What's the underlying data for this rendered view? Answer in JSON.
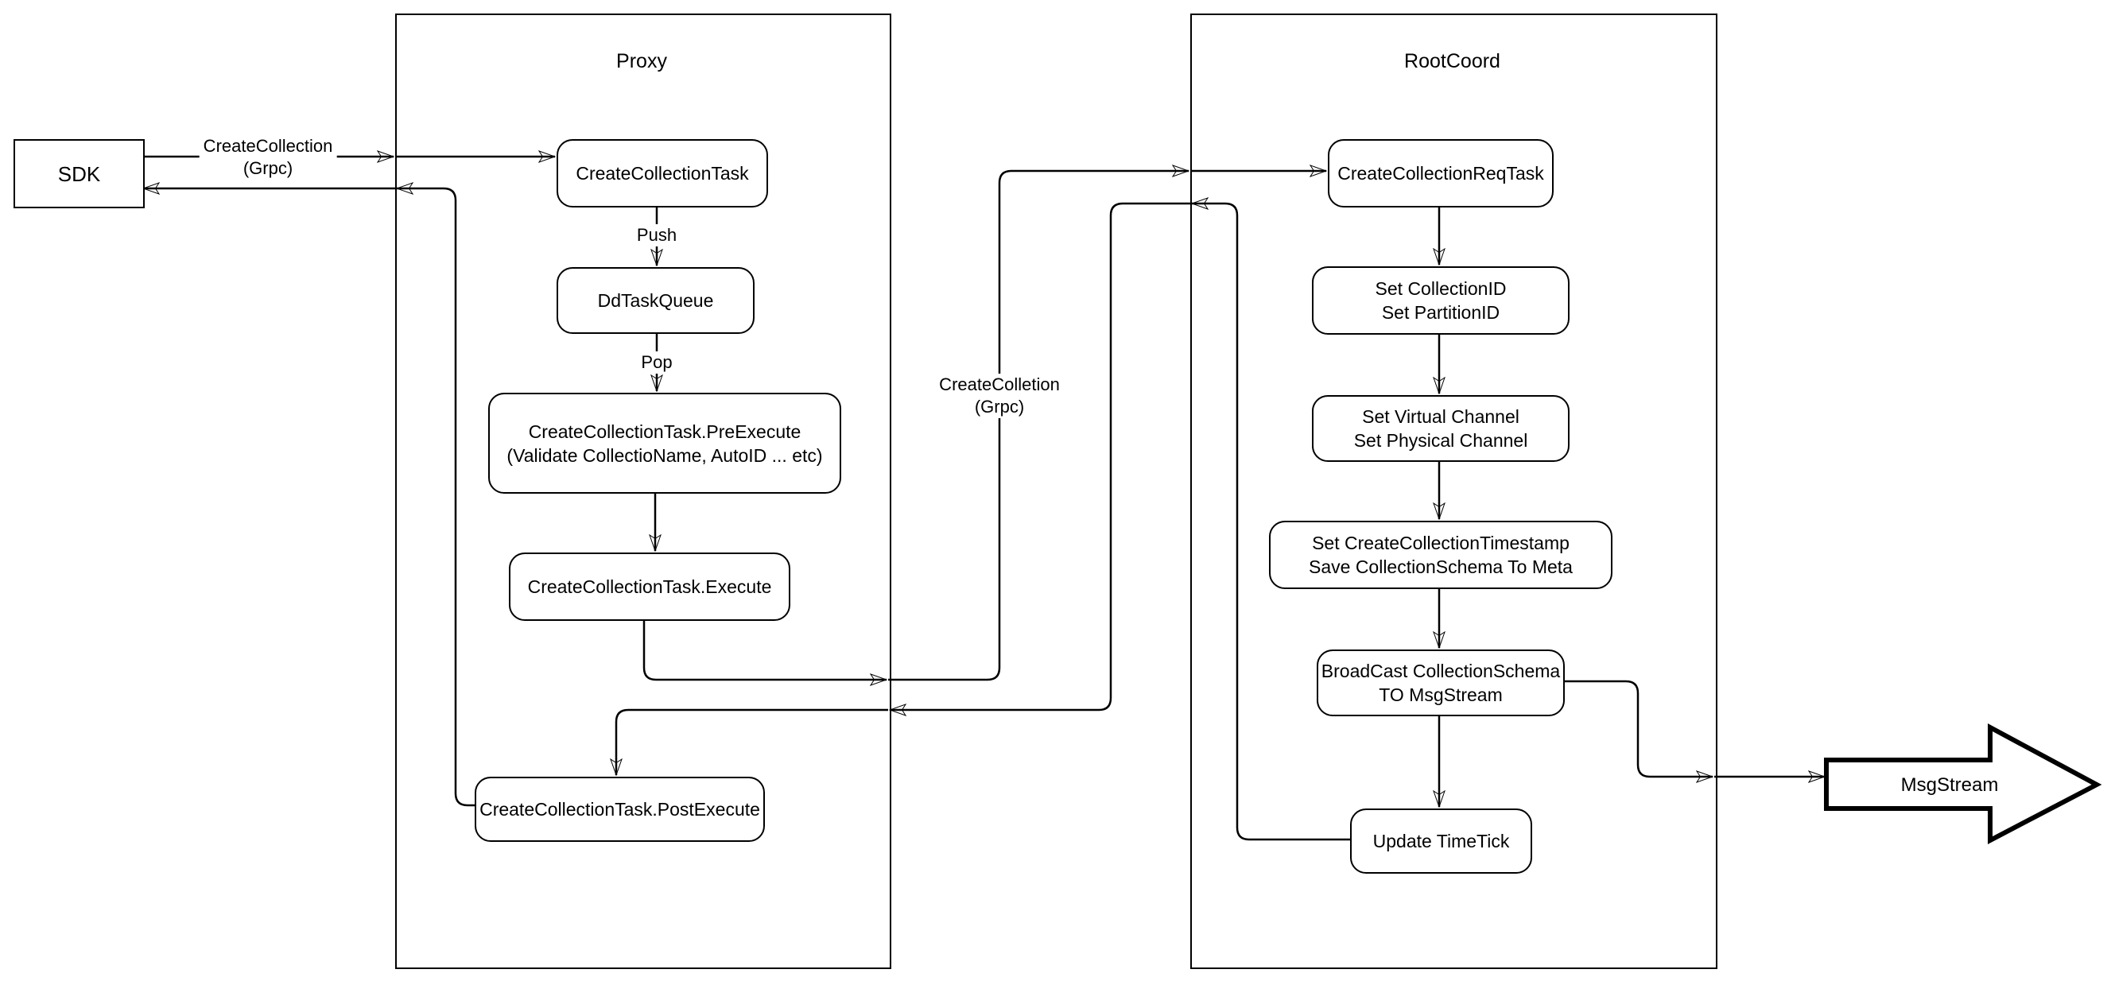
{
  "diagram": {
    "background_color": "#ffffff",
    "stroke_color": "#000000",
    "node_fill_color": "#ffffff"
  },
  "containers": {
    "proxy": {
      "title": "Proxy"
    },
    "rootcoord": {
      "title": "RootCoord"
    }
  },
  "nodes": {
    "sdk": {
      "label": "SDK"
    },
    "create_collection_task": {
      "label": "CreateCollectionTask"
    },
    "dd_task_queue": {
      "label": "DdTaskQueue"
    },
    "pre_execute": {
      "label": "CreateCollectionTask.PreExecute\n(Validate CollectioName, AutoID ... etc)"
    },
    "execute": {
      "label": "CreateCollectionTask.Execute"
    },
    "post_execute": {
      "label": "CreateCollectionTask.PostExecute"
    },
    "create_collection_req_task": {
      "label": "CreateCollectionReqTask"
    },
    "set_ids": {
      "label": "Set CollectionID\nSet PartitionID"
    },
    "set_channels": {
      "label": "Set Virtual Channel\nSet Physical Channel"
    },
    "set_timestamp": {
      "label": "Set CreateCollectionTimestamp\nSave CollectionSchema To Meta"
    },
    "broadcast": {
      "label": "BroadCast CollectionSchema\nTO MsgStream"
    },
    "update_time_tick": {
      "label": "Update TimeTick"
    },
    "msg_stream": {
      "label": "MsgStream"
    }
  },
  "edge_labels": {
    "sdk_to_proxy": "CreateCollection\n(Grpc)",
    "push": "Push",
    "pop": "Pop",
    "proxy_to_rootcoord": "CreateColletion\n(Grpc)"
  },
  "edges": [
    {
      "from": "SDK",
      "to": "CreateCollectionTask",
      "label": "CreateCollection (Grpc)"
    },
    {
      "from": "CreateCollectionTask",
      "to": "DdTaskQueue",
      "label": "Push"
    },
    {
      "from": "DdTaskQueue",
      "to": "CreateCollectionTask.PreExecute",
      "label": "Pop"
    },
    {
      "from": "CreateCollectionTask.PreExecute",
      "to": "CreateCollectionTask.Execute",
      "label": ""
    },
    {
      "from": "CreateCollectionTask.Execute",
      "to": "CreateCollectionReqTask",
      "label": "CreateColletion (Grpc)"
    },
    {
      "from": "CreateCollectionReqTask",
      "to": "Set CollectionID / Set PartitionID",
      "label": ""
    },
    {
      "from": "Set CollectionID / Set PartitionID",
      "to": "Set Virtual Channel / Set Physical Channel",
      "label": ""
    },
    {
      "from": "Set Virtual Channel / Set Physical Channel",
      "to": "Set CreateCollectionTimestamp / Save CollectionSchema To Meta",
      "label": ""
    },
    {
      "from": "Set CreateCollectionTimestamp / Save CollectionSchema To Meta",
      "to": "BroadCast CollectionSchema TO MsgStream",
      "label": ""
    },
    {
      "from": "BroadCast CollectionSchema TO MsgStream",
      "to": "Update TimeTick",
      "label": ""
    },
    {
      "from": "BroadCast CollectionSchema TO MsgStream",
      "to": "MsgStream",
      "label": ""
    },
    {
      "from": "Update TimeTick",
      "to": "CreateCollectionTask.PostExecute",
      "label": ""
    },
    {
      "from": "CreateCollectionTask.PostExecute",
      "to": "SDK",
      "label": ""
    }
  ]
}
